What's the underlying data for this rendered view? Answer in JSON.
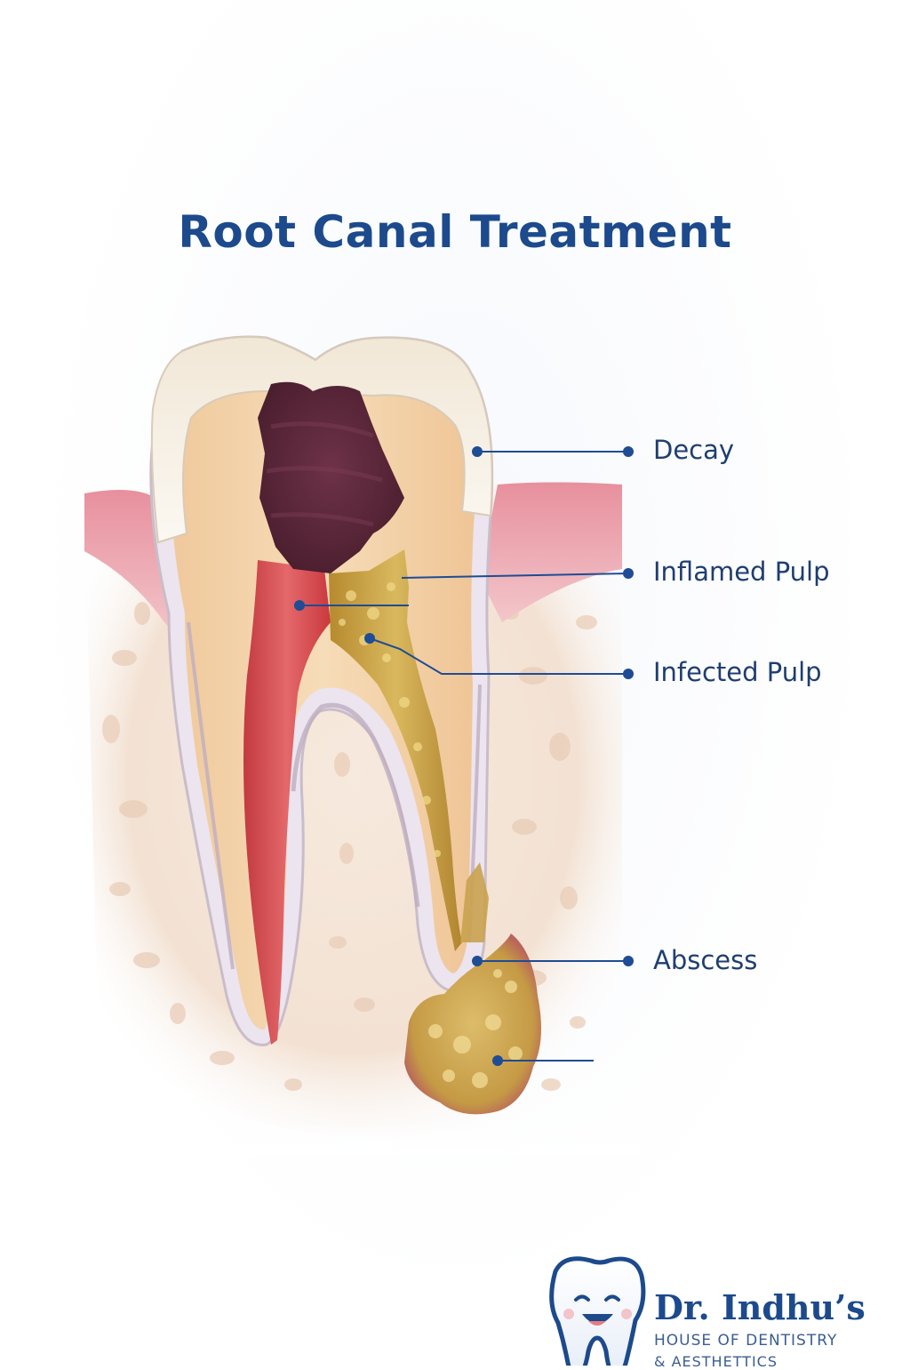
{
  "title": "Root Canal Treatment",
  "labels": {
    "decay": "Decay",
    "inflamed_pulp": "Inflamed Pulp",
    "infected_pulp": "Infected Pulp",
    "abscess": "Abscess"
  },
  "brand": {
    "name": "Dr. Indhu’s",
    "line1": "HOUSE OF DENTISTRY",
    "line2": "& AESTHETTICS"
  },
  "colors": {
    "title": "#1c4a8c",
    "leader": "#1f4c94",
    "decay": "#5a2738",
    "inflamed": "#d0474a",
    "infected": "#c9a54a",
    "dentin": "#f2d1a6",
    "enamel": "#f7f1e6",
    "gum": "#e8a3ad",
    "bone": "#f4e6da"
  }
}
